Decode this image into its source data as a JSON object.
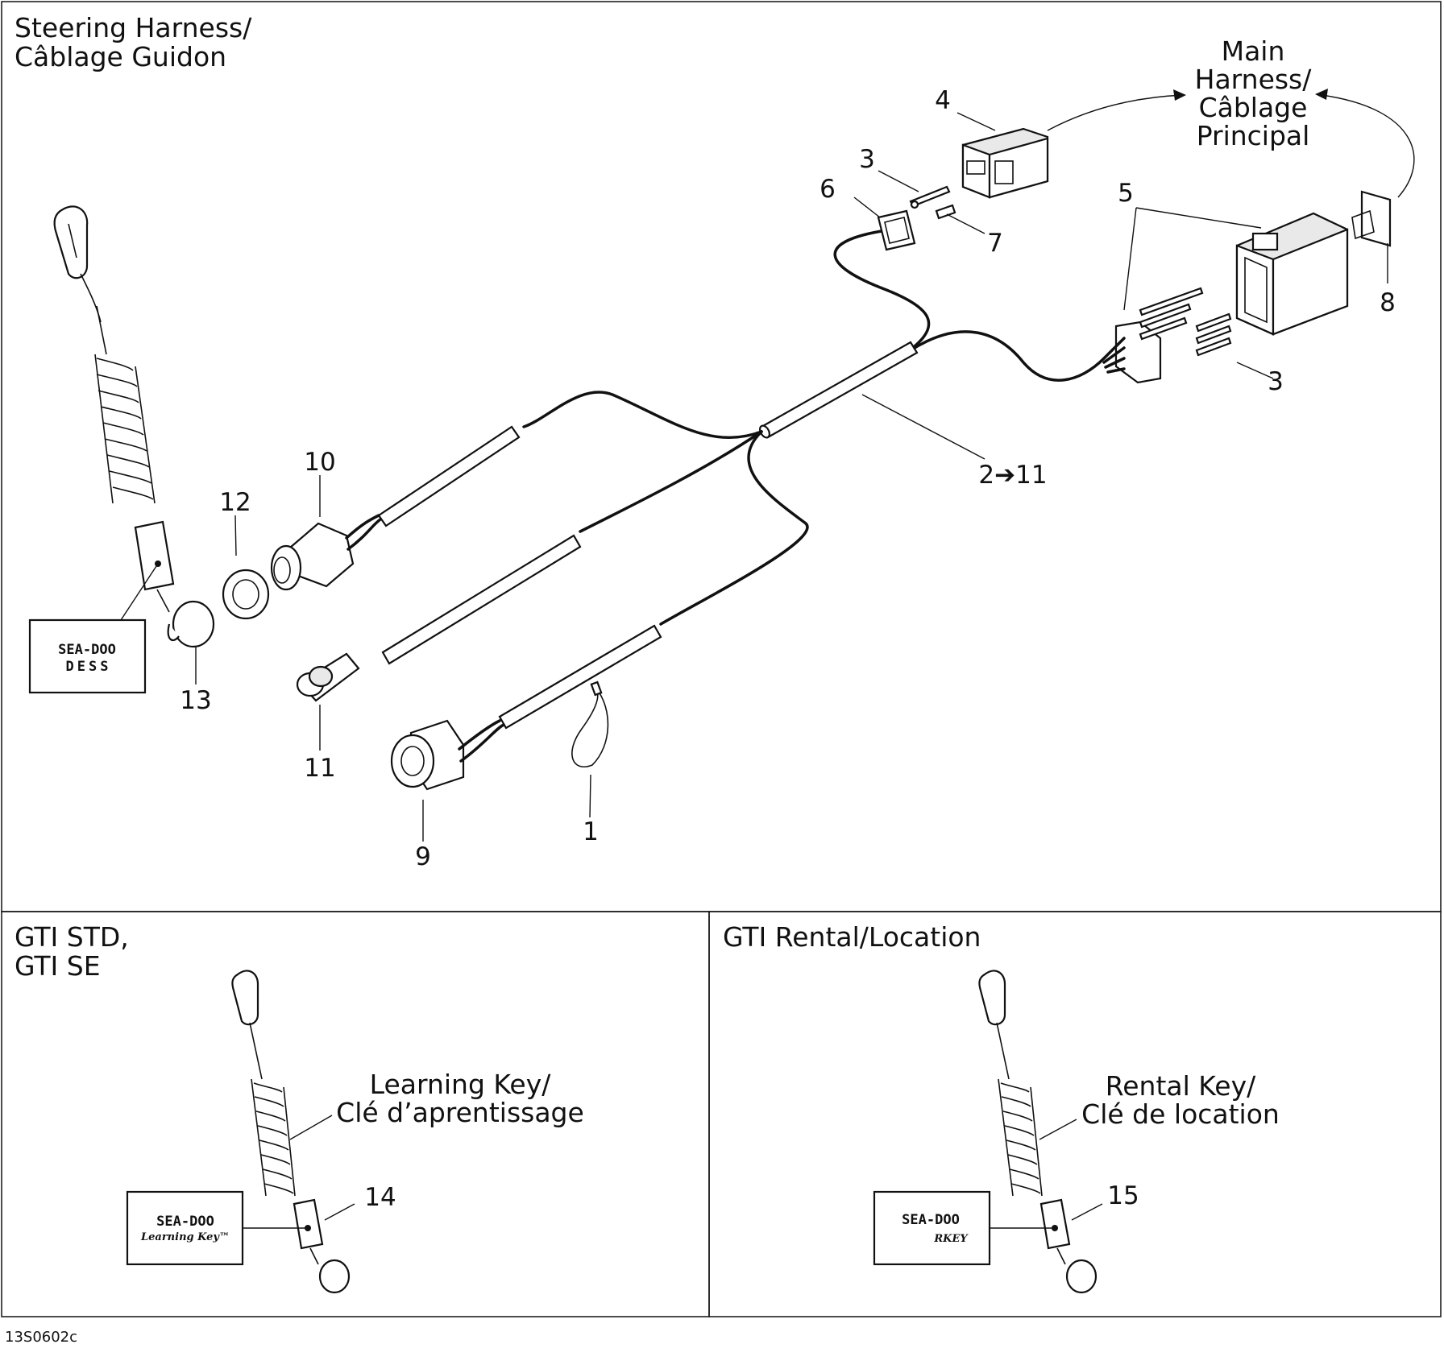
{
  "figure_code": "13S0602c",
  "panels": {
    "main": {
      "title_line1": "Steering Harness/",
      "title_line2": "Câblage Guidon"
    },
    "std": {
      "title_line1": "GTI STD,",
      "title_line2": "GTI SE"
    },
    "rental": {
      "title": "GTI Rental/Location"
    }
  },
  "main_harness": {
    "line1": "Main",
    "line2": "Harness/",
    "line3": "Câblage",
    "line4": "Principal"
  },
  "callouts": {
    "c1": "1",
    "c2": "2➔11",
    "c3a": "3",
    "c3b": "3",
    "c4": "4",
    "c5": "5",
    "c6": "6",
    "c7": "7",
    "c8": "8",
    "c9": "9",
    "c10": "10",
    "c11": "11",
    "c12": "12",
    "c13": "13",
    "c14": "14",
    "c15": "15"
  },
  "labels": {
    "learning_key_line1": "Learning Key/",
    "learning_key_line2": "Clé d’aprentissage",
    "rental_key_line1": "Rental Key/",
    "rental_key_line2": "Clé de location"
  },
  "logos": {
    "brand": "SEA-DOO",
    "dess": "DESS",
    "learning": "Learning Key™",
    "rkey": "RKEY"
  }
}
